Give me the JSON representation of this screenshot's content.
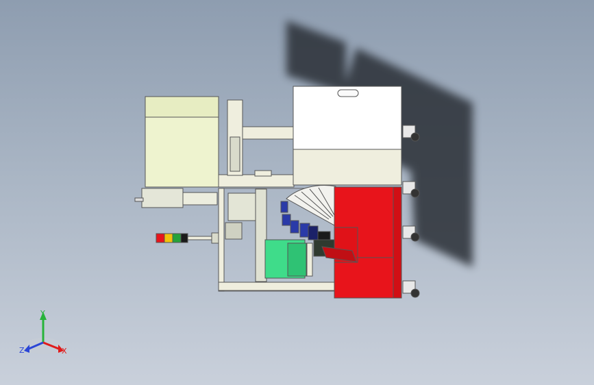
{
  "viewport": {
    "background_top": "#8e9db0",
    "background_bottom": "#c9d0db"
  },
  "model": {
    "colors": {
      "frame": "#efeede",
      "frame_edge": "#555555",
      "yellow_box": "#eef3cf",
      "red_housing": "#e8141b",
      "green_roller": "#3fdc8a",
      "blue_parts": "#2a3aa8",
      "shadow": "#2a2f36"
    },
    "signal_tower_colors": [
      "#e8141b",
      "#f2c20c",
      "#26a23a",
      "#1a1a1a"
    ]
  },
  "triad": {
    "x_label": "X",
    "y_label": "Y",
    "z_label": "Z",
    "x_color": "#e01b1b",
    "y_color": "#27b33a",
    "z_color": "#2b46d6"
  }
}
